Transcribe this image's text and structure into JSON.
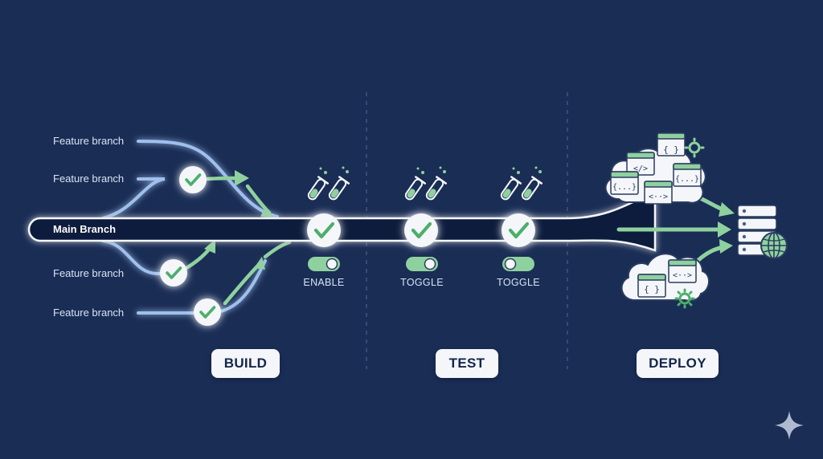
{
  "branches": {
    "main_label": "Main Branch",
    "feature_labels": [
      "Feature branch",
      "Feature branch",
      "Feature branch",
      "Feature branch"
    ]
  },
  "toggles": [
    {
      "label": "ENABLE",
      "state": "on"
    },
    {
      "label": "TOGGLE",
      "state": "on"
    },
    {
      "label": "TOGGLE",
      "state": "off"
    }
  ],
  "stages": [
    "BUILD",
    "TEST",
    "DEPLOY"
  ],
  "icons": [
    "check-icon",
    "test-tube-icon",
    "cloud-icon",
    "code-window-icon",
    "gear-icon",
    "server-stack-icon",
    "globe-icon",
    "sparkle-icon"
  ],
  "colors": {
    "background": "#1a2d55",
    "pipe": "#0f1d3d",
    "branch_blue": "#9fc0ec",
    "accent_green": "#8fd19e",
    "check_green": "#4caf6a",
    "white": "#f4f6fa"
  }
}
